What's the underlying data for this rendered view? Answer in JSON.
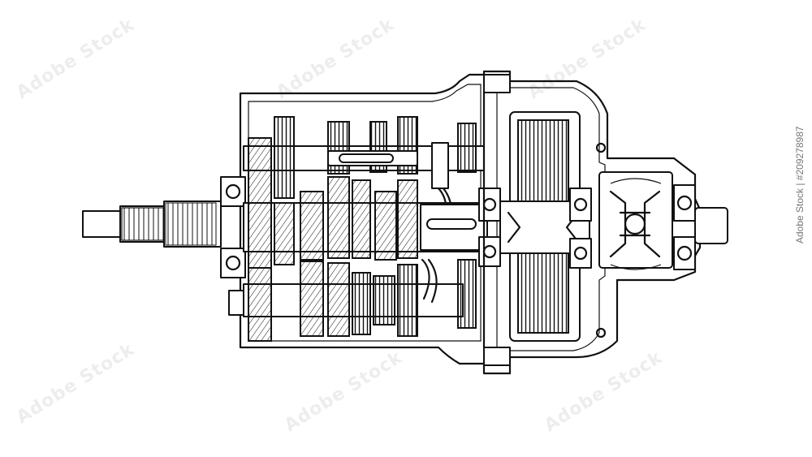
{
  "image": {
    "subject": "gearbox-cross-section-line-drawing",
    "colors": {
      "line": "#111111",
      "background": "#ffffff",
      "watermark": "#ededed"
    }
  },
  "watermark": {
    "text": "Adobe Stock",
    "side_id": "Adobe Stock | #209278987"
  }
}
